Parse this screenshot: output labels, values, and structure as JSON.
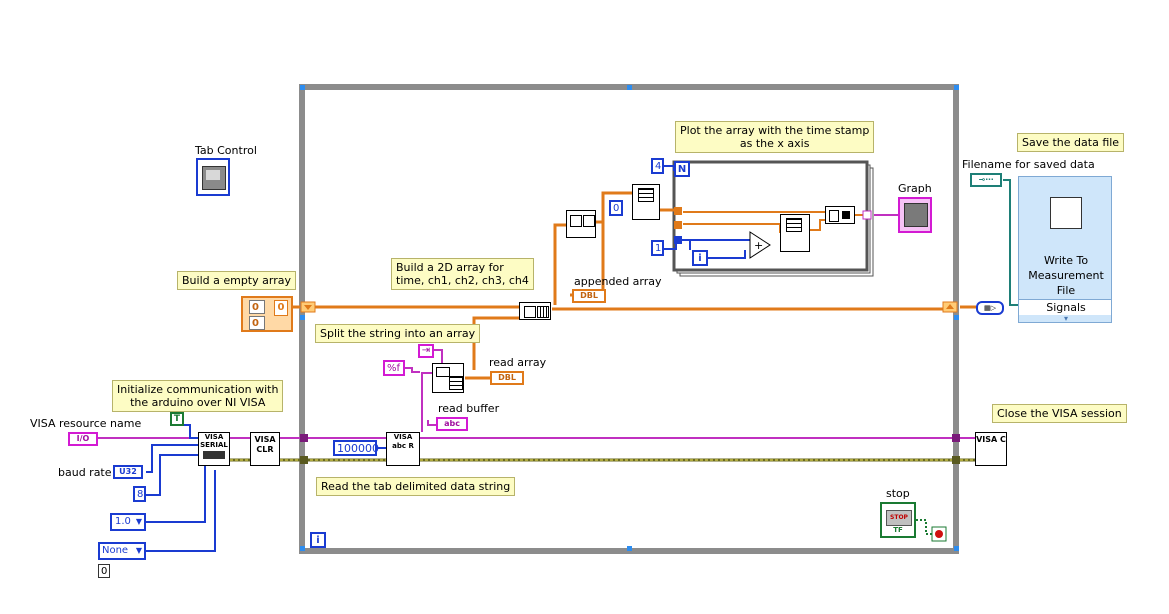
{
  "labels": {
    "tab_control": "Tab Control",
    "visa_resource_name": "VISA resource name",
    "baud_rate": "baud rate",
    "appended_array": "appended array",
    "read_array": "read array",
    "read_buffer": "read buffer",
    "graph": "Graph",
    "filename_for_saved_data": "Filename for saved data",
    "stop": "stop"
  },
  "comments": {
    "build_empty_array": "Build a empty array",
    "build_2d_array_line1": "Build a 2D array for",
    "build_2d_array_line2": "time, ch1, ch2, ch3, ch4",
    "plot_array_line1": "Plot the array with the time stamp",
    "plot_array_line2": "as the x axis",
    "split_string": "Split the string into an array",
    "init_comm_line1": "Initialize communication with",
    "init_comm_line2": "the arduino over NI VISA",
    "read_tab_delimited": "Read the tab delimited data string",
    "save_data_file": "Save the data file",
    "close_visa": "Close the VISA session"
  },
  "constants": {
    "array_index_0a": "0",
    "array_index_0b": "0",
    "array_elem_0": "0",
    "for_loop_count": "4",
    "const_zero": "0",
    "const_one": "1",
    "format_string": "%f",
    "byte_count": "100000",
    "data_bits": "8",
    "stop_bits": "1.0",
    "parity": "None",
    "flow_control": "0",
    "true_const": "T",
    "io_type": "I/O",
    "u32_type": "U32",
    "dbl_type": "DBL",
    "abc_type": "abc",
    "n_terminal": "N",
    "i_terminal": "i"
  },
  "nodes": {
    "visa_serial": "VISA SERIAL",
    "visa_clr": "VISA CLR",
    "visa_read": "VISA abc R",
    "visa_close": "VISA C",
    "write_to_measurement_file_line1": "Write To",
    "write_to_measurement_file_line2": "Measurement",
    "write_to_measurement_file_line3": "File",
    "signals": "Signals",
    "stop_button": "STOP",
    "tf": "TF"
  },
  "colors": {
    "orange_wire": "#e07a1a",
    "magenta_wire": "#c030c0",
    "blue_wire": "#1a3bd1",
    "loop_frame": "#8c8c8c",
    "comment_bg": "#fdfcc4",
    "express_vi_bg": "#cfe6fa"
  }
}
